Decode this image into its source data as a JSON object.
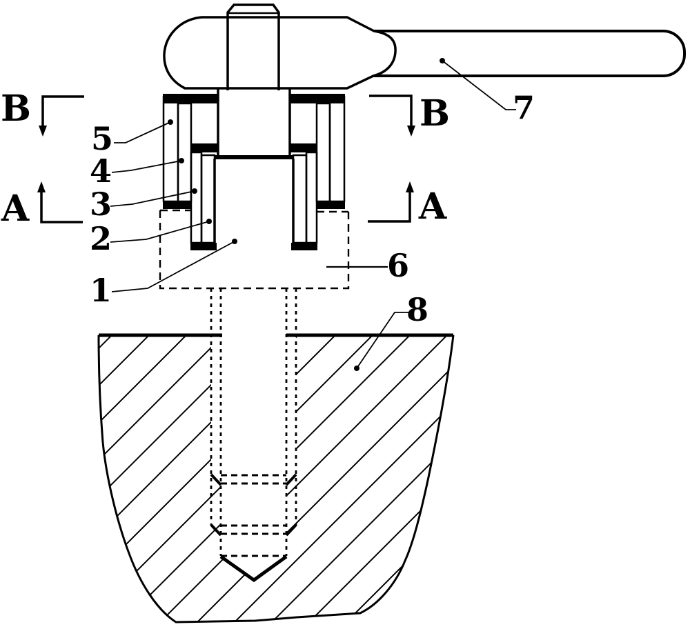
{
  "figure": {
    "kind": "patent-style sectional technical drawing",
    "ink_color": "#000000",
    "background_color": "#ffffff"
  },
  "labels": {
    "part_1": "1",
    "part_2": "2",
    "part_3": "3",
    "part_4": "4",
    "part_5": "5",
    "part_6": "6",
    "part_7": "7",
    "part_8": "8"
  },
  "section_markers": {
    "b_left": "B",
    "b_right": "B",
    "a_left": "A",
    "a_right": "A"
  }
}
